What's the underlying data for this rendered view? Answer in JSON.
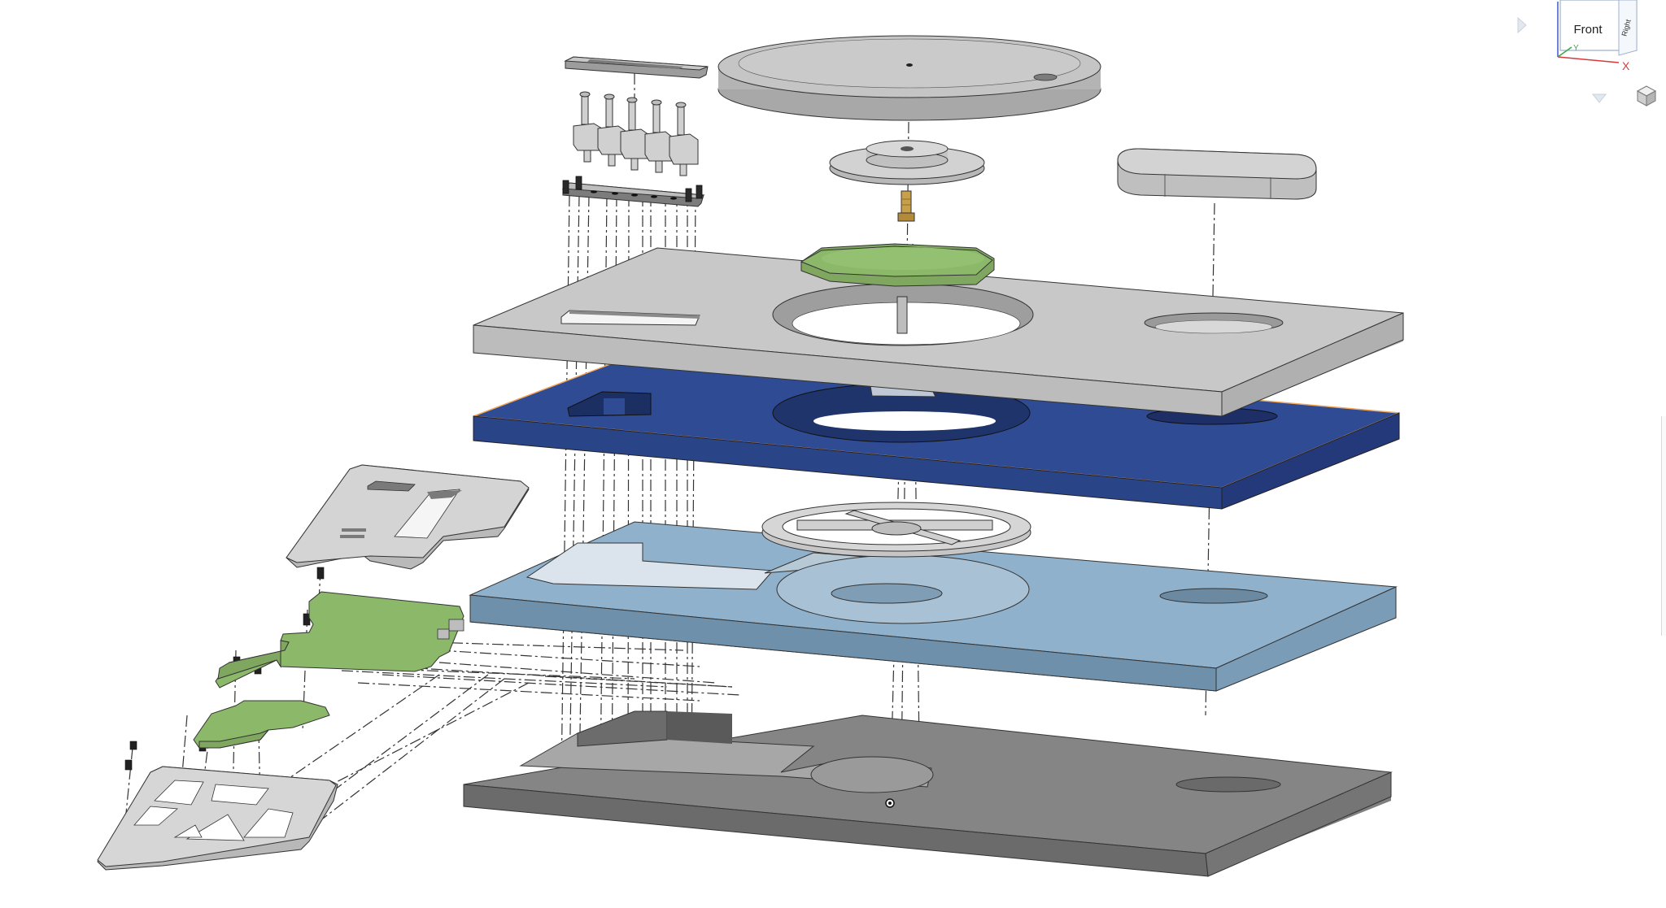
{
  "view_cube": {
    "front_label": "Front",
    "right_label": "Right",
    "axis_x_label": "X",
    "axis_y_label": "Y"
  },
  "colors": {
    "top_plate": "#c8c8c8",
    "blue_plate": "#2f4b93",
    "light_blue_plate": "#8fb1cc",
    "base_plate": "#7f7f7f",
    "pcb_green": "#8cb86a",
    "metal_gray": "#cfcfcf",
    "brass": "#c9a04a",
    "selection_edge": "#f2a65a",
    "axis_x": "#d83a3a",
    "axis_z": "#3a58d8",
    "axis_y": "#3aa84a"
  },
  "icons": {
    "view_cube": "view-cube-icon",
    "rotate_left": "chevron-left-icon",
    "rotate_down": "chevron-down-icon",
    "small_cube": "iso-cube-icon"
  }
}
